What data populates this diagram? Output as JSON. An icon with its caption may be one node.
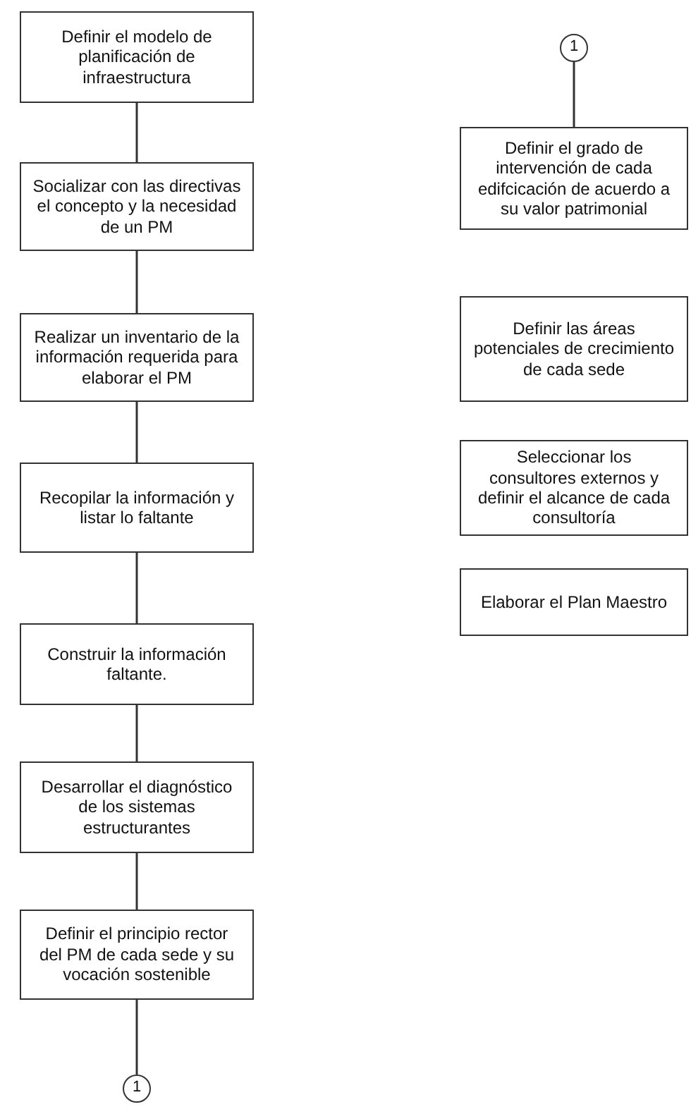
{
  "diagram": {
    "nodes": [
      {
        "text": [
          "Definir el modelo de planificación de infraestructura"
        ]
      },
      {
        "text": [
          "Socializar con las directivas el concepto y la necesidad de un PM"
        ]
      },
      {
        "text": [
          "Realizar un inventario de la información requerida para elaborar el PM"
        ]
      },
      {
        "text": [
          "Recopilar la información y listar lo faltante"
        ]
      },
      {
        "text": [
          "Construir la información faltante."
        ]
      },
      {
        "text": [
          "Desarrollar el diagnóstico de los sistemas estructurantes"
        ]
      },
      {
        "text": [
          "Definir el principio rector del PM de cada sede y su vocación sostenible"
        ]
      },
      {
        "text": [
          "1"
        ]
      },
      {
        "text": [
          "1"
        ]
      },
      {
        "text": [
          "Definir el grado de intervención de cada edifcicación de acuerdo a su valor patrimonial"
        ]
      },
      {
        "text": [
          "Definir las áreas potenciales de crecimiento de cada sede"
        ]
      },
      {
        "text": [
          "Seleccionar los consultores externos y definir el alcance de cada consultoría"
        ]
      },
      {
        "text": [
          "Elaborar el Plan Maestro"
        ]
      }
    ],
    "edges": [
      {
        "from": 0,
        "to": 1,
        "arrow": "none"
      },
      {
        "from": 1,
        "to": 2,
        "arrow": "none"
      },
      {
        "from": 2,
        "to": 3,
        "arrow": "none"
      },
      {
        "from": 3,
        "to": 4,
        "arrow": "none"
      },
      {
        "from": 4,
        "to": 5,
        "arrow": "none"
      },
      {
        "from": 5,
        "to": 6,
        "arrow": "none"
      },
      {
        "from": 6,
        "to": 7,
        "arrow": "none"
      },
      {
        "from": 8,
        "to": 9,
        "arrow": "none"
      }
    ]
  }
}
